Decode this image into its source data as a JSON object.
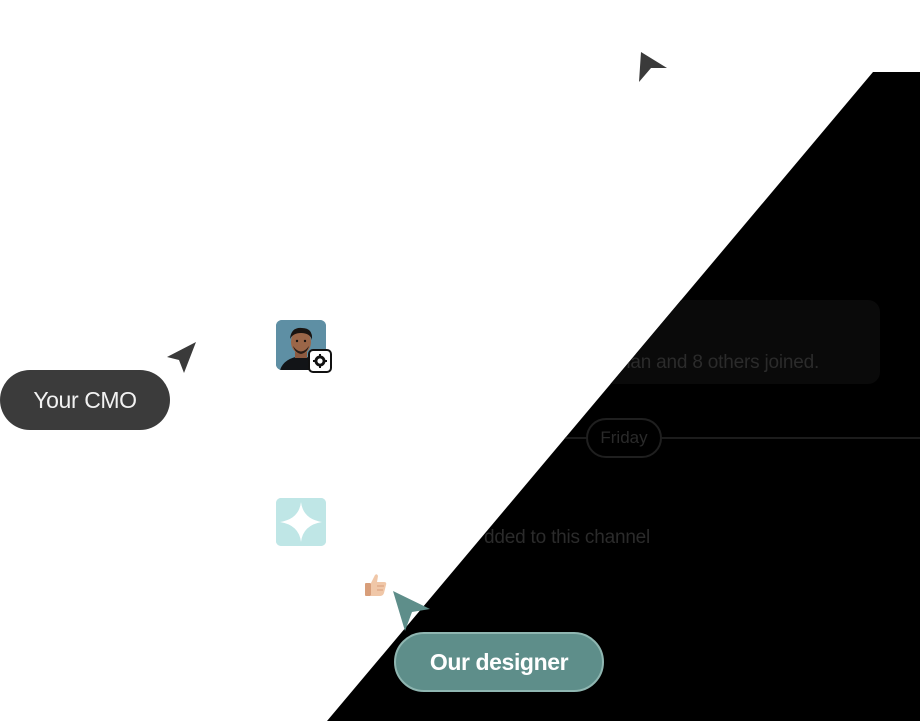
{
  "colors": {
    "dark_panel": "#000000",
    "cmo_pill": "#3b3b3b",
    "designer_pill": "#5e8e8a",
    "designer_border": "#8fb6b1",
    "cursor_dark": "#3a3a3a",
    "cursor_teal": "#5e8e8a",
    "logo_bg": "#bfe6e6"
  },
  "labels": {
    "cmo": "Your CMO",
    "designer": "Our designer"
  },
  "channel": {
    "joined_text": "nan and 8 others joined.",
    "day_divider": "Friday",
    "added_text": "dded to this channel"
  },
  "icons": {
    "top_cursor": "cursor-arrow-icon",
    "cmo_cursor": "cursor-arrow-icon",
    "designer_cursor": "cursor-arrow-icon",
    "avatar_badge": "bot-badge-icon",
    "app_logo": "sparkle-logo-icon",
    "reaction": "thumbs-up-emoji"
  }
}
